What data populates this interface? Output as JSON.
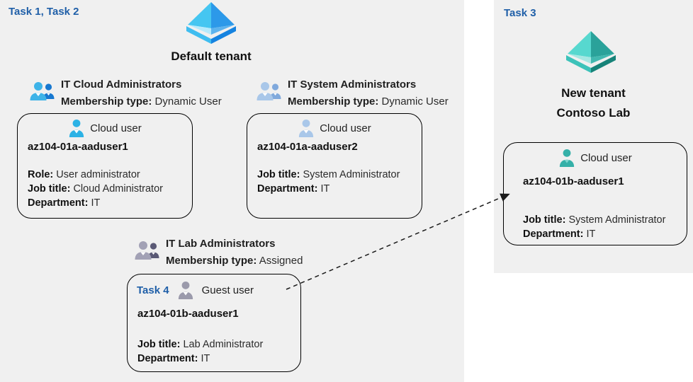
{
  "colors": {
    "panel_bg": "#f0f0f0",
    "task_text_blue": "#1f5fa8",
    "body_text": "#1f1f1f",
    "card_border": "#000000",
    "tenant_icon_blue": "#2c99e9",
    "tenant_icon_teal": "#2aa29a",
    "cloud_user_cyan": "#2cb2e5",
    "cloud_user_pale_blue": "#a9c7e9",
    "guest_user_gray": "#9b9aab",
    "cloud_user_teal": "#35b0a8"
  },
  "left_panel": {
    "task_label": "Task 1, Task 2",
    "tenant_title": "Default tenant",
    "groups": [
      {
        "name": "IT Cloud Administrators",
        "membership_label": "Membership type:",
        "membership_value": "Dynamic User"
      },
      {
        "name": "IT System Administrators",
        "membership_label": "Membership type:",
        "membership_value": "Dynamic User"
      },
      {
        "name": "IT Lab Administrators",
        "membership_label": "Membership type:",
        "membership_value": "Assigned"
      }
    ],
    "cards": [
      {
        "user_type": "Cloud user",
        "user_name": "az104-01a-aaduser1",
        "fields": [
          {
            "label": "Role:",
            "value": "User administrator"
          },
          {
            "label": "Job title:",
            "value": "Cloud Administrator"
          },
          {
            "label": "Department:",
            "value": "IT"
          }
        ]
      },
      {
        "user_type": "Cloud user",
        "user_name": "az104-01a-aaduser2",
        "fields": [
          {
            "label": "Job title:",
            "value": "System Administrator"
          },
          {
            "label": "Department:",
            "value": "IT"
          }
        ]
      },
      {
        "task_label": "Task 4",
        "user_type": "Guest user",
        "user_name": "az104-01b-aaduser1",
        "fields": [
          {
            "label": "Job title:",
            "value": "Lab Administrator"
          },
          {
            "label": "Department:",
            "value": "IT"
          }
        ]
      }
    ]
  },
  "right_panel": {
    "task_label": "Task 3",
    "tenant_title_line1": "New tenant",
    "tenant_title_line2": "Contoso Lab",
    "card": {
      "user_type": "Cloud user",
      "user_name": "az104-01b-aaduser1",
      "fields": [
        {
          "label": "Job title:",
          "value": "System Administrator"
        },
        {
          "label": "Department:",
          "value": "IT"
        }
      ]
    }
  }
}
